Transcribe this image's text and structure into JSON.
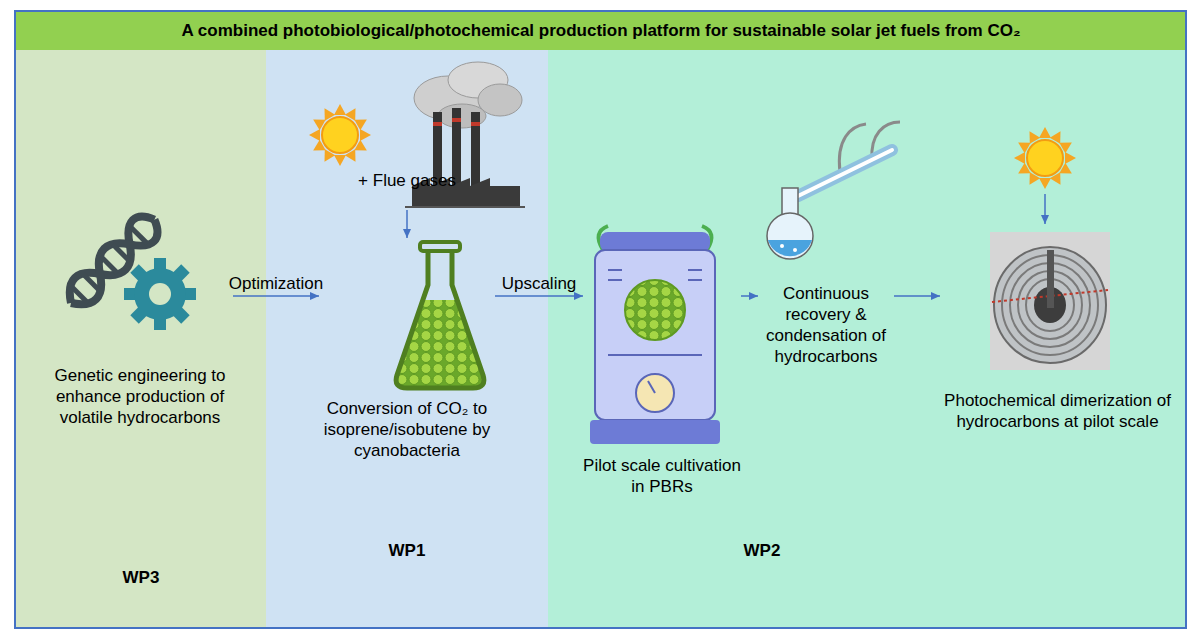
{
  "diagram": {
    "title": "A combined photobiological/photochemical production platform for sustainable solar jet fuels from CO₂",
    "nodes": [
      {
        "text": [
          "WP3"
        ]
      },
      {
        "text": [
          "Genetic engineering to enhance production of volatile hydrocarbons"
        ],
        "in": 0
      },
      {
        "text": [
          "WP1"
        ]
      },
      {
        "text": [
          "+ Flue gases"
        ],
        "in": 2
      },
      {
        "text": [
          "Conversion of CO₂ to isoprene/isobutene by cyanobacteria"
        ],
        "in": 2
      },
      {
        "text": [
          "WP2"
        ]
      },
      {
        "text": [
          "Pilot scale cultivation in PBRs"
        ],
        "in": 5
      },
      {
        "text": [
          "Continuous recovery & condensation of hydrocarbons"
        ],
        "in": 5
      },
      {
        "text": [
          "Photochemical dimerization of hydrocarbons at pilot scale"
        ],
        "in": 5
      }
    ],
    "edges": [
      {
        "from": 1,
        "to": 4,
        "arrow": "to",
        "label": "Optimization"
      },
      {
        "from": 3,
        "to": 4,
        "arrow": "to"
      },
      {
        "from": 4,
        "to": 6,
        "arrow": "to",
        "label": "Upscaling"
      },
      {
        "from": 6,
        "to": 7,
        "arrow": "to"
      },
      {
        "from": 7,
        "to": 8,
        "arrow": "to"
      }
    ]
  }
}
